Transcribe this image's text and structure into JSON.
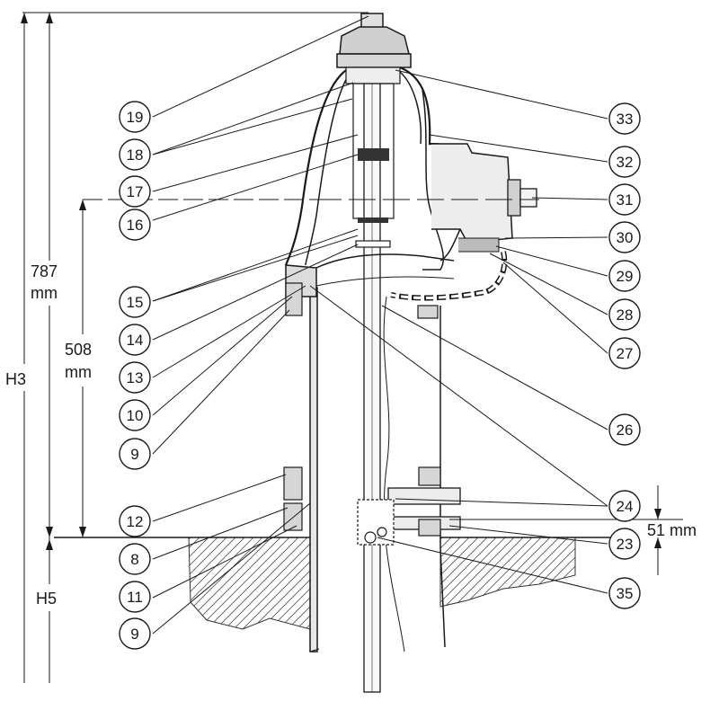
{
  "dimensions": {
    "h3": "H3",
    "h5": "H5",
    "d787_value": "787",
    "d787_unit": "mm",
    "d508_value": "508",
    "d508_unit": "mm",
    "d51": "51 mm"
  },
  "callouts": {
    "left": [
      "19",
      "18",
      "17",
      "16",
      "15",
      "14",
      "13",
      "10",
      "9",
      "12",
      "8",
      "11",
      "9"
    ],
    "right": [
      "33",
      "32",
      "31",
      "30",
      "29",
      "28",
      "27",
      "26",
      "24",
      "23",
      "35"
    ]
  }
}
